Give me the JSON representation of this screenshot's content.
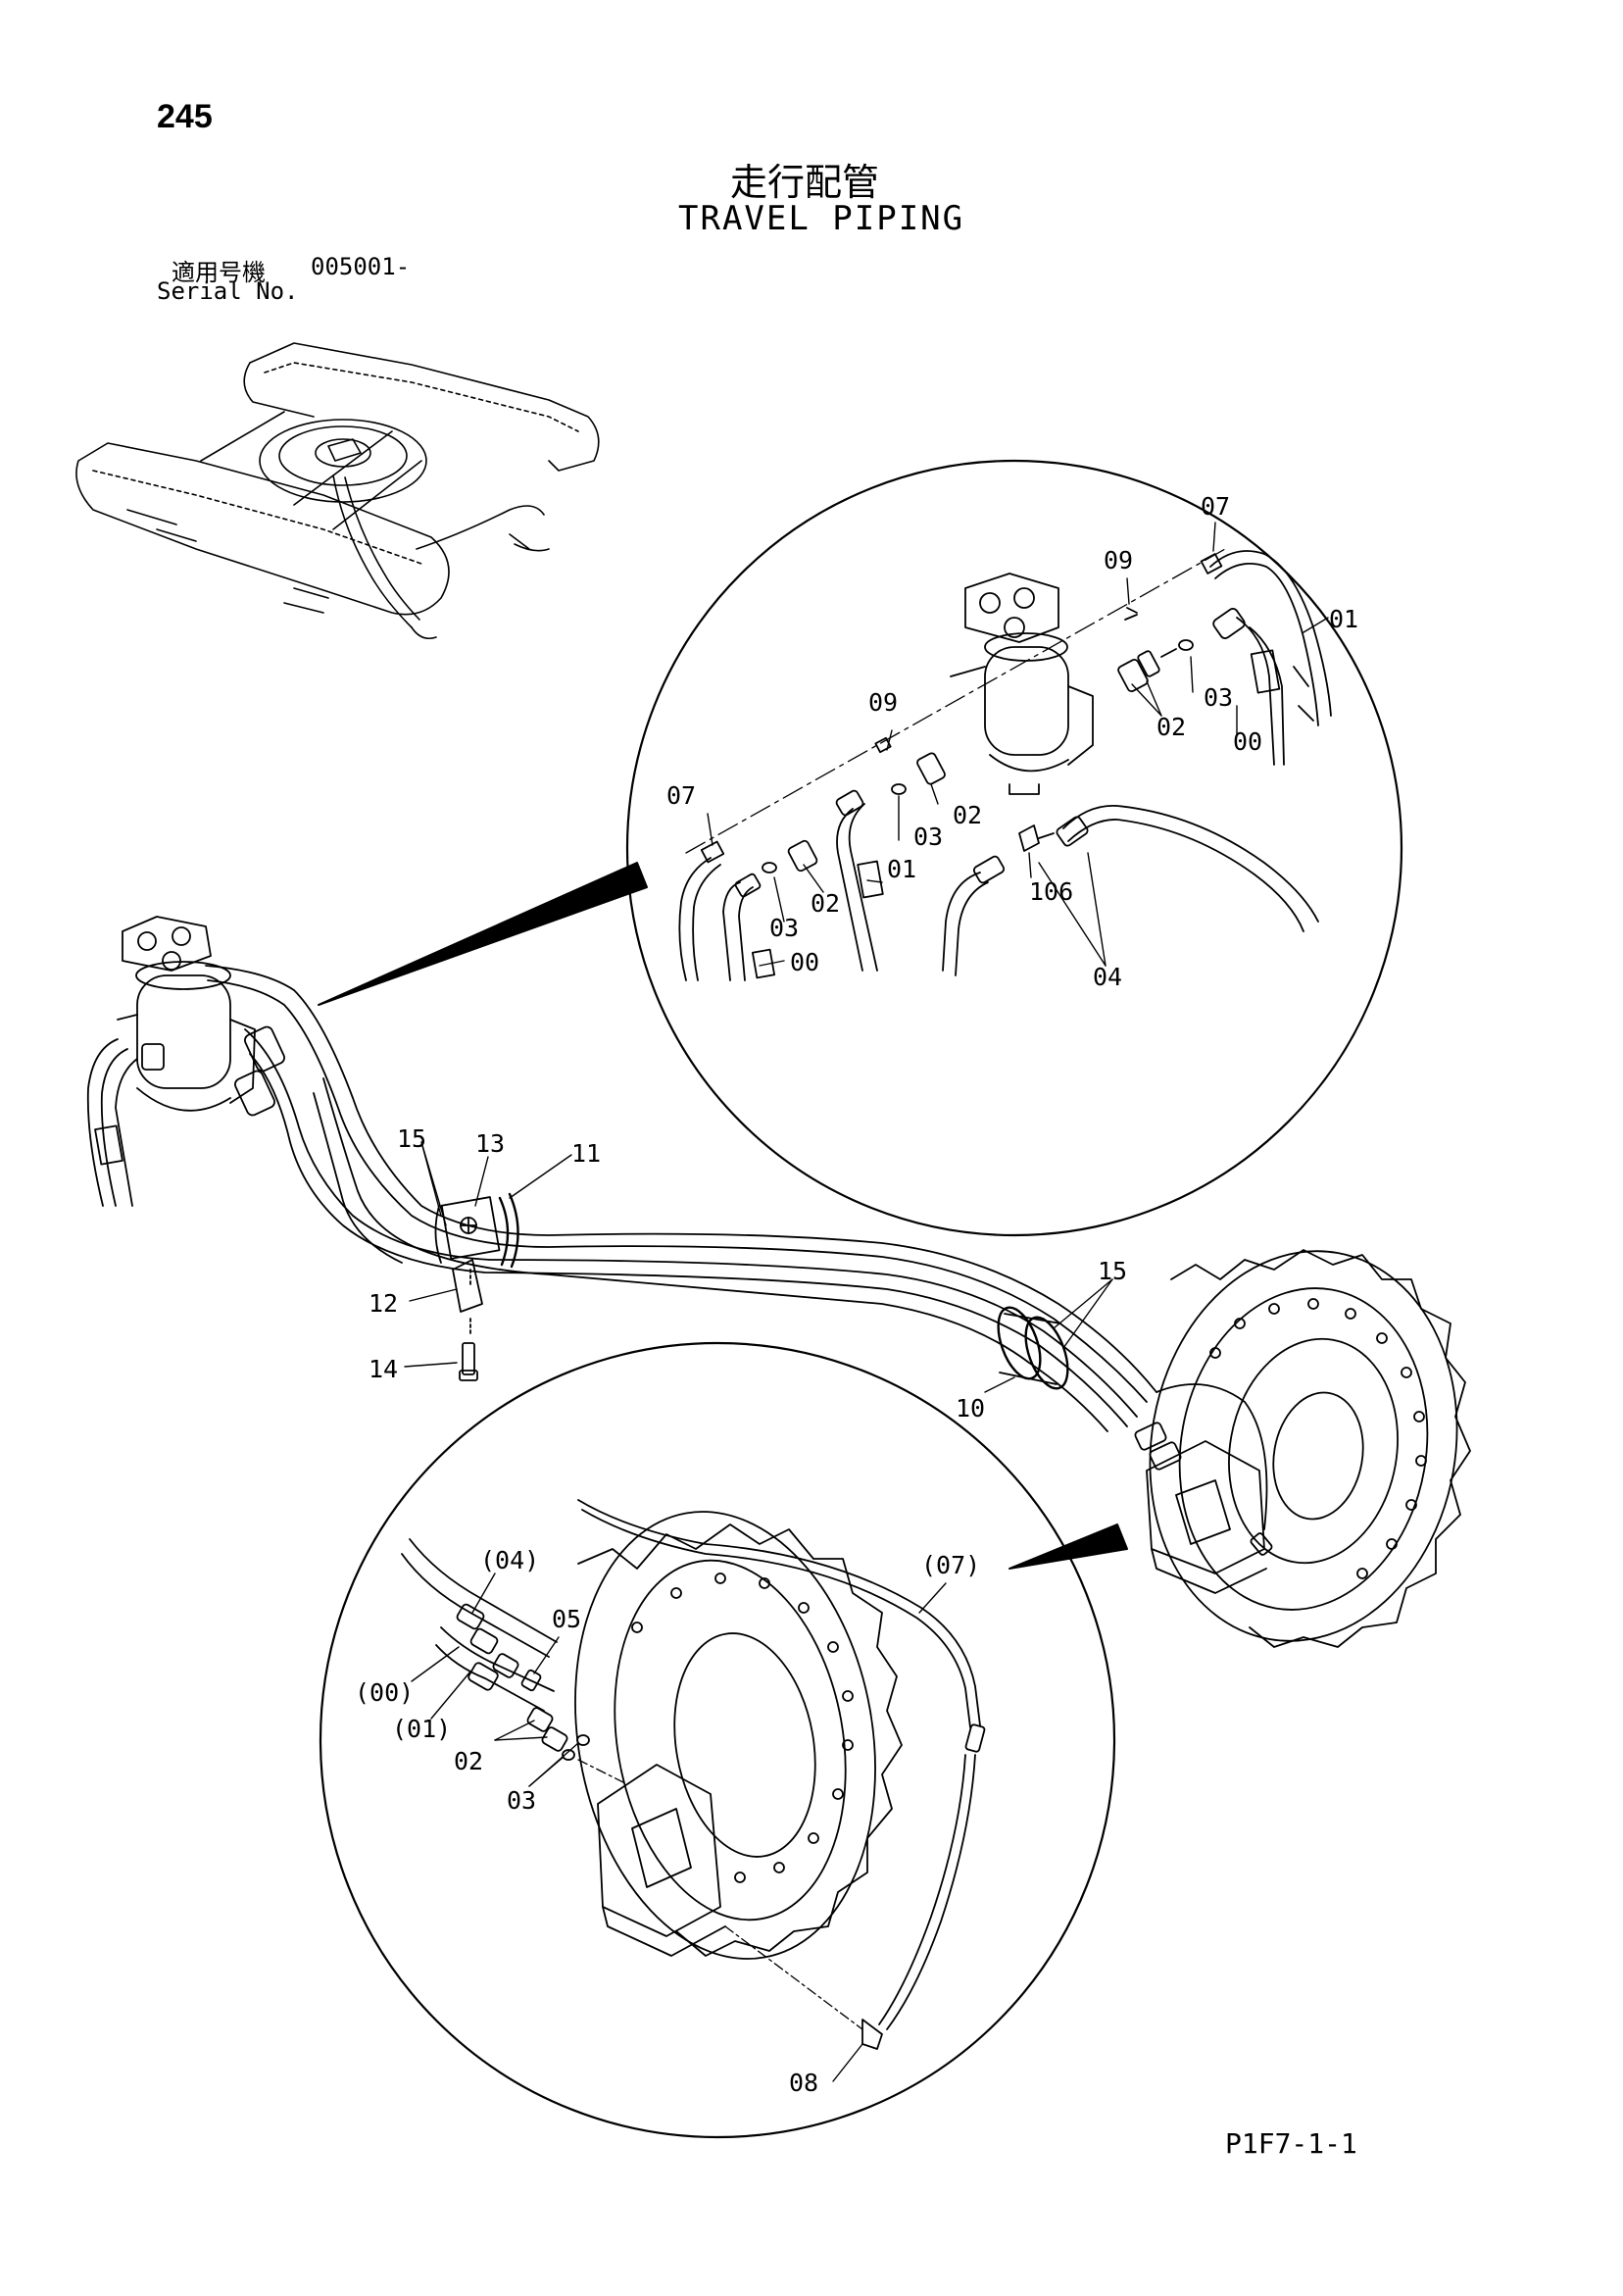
{
  "header": {
    "page_number": "245",
    "title_ja": "走行配管",
    "title_en": "TRAVEL PIPING",
    "serial_label_ja": "適用号機",
    "serial_label_en": "Serial No.",
    "serial_value": "005001-"
  },
  "footer": {
    "doc_ref": "P1F7-1-1"
  },
  "callouts": {
    "upper_detail": [
      "07",
      "09",
      "01",
      "03",
      "02",
      "00",
      "09",
      "07",
      "03",
      "02",
      "03",
      "02",
      "01",
      "106",
      "00",
      "04"
    ],
    "main": [
      "15",
      "13",
      "11",
      "12",
      "14",
      "15",
      "10"
    ],
    "lower_detail": [
      "(04)",
      "(07)",
      "05",
      "(00)",
      "(01)",
      "02",
      "03",
      "08"
    ]
  }
}
